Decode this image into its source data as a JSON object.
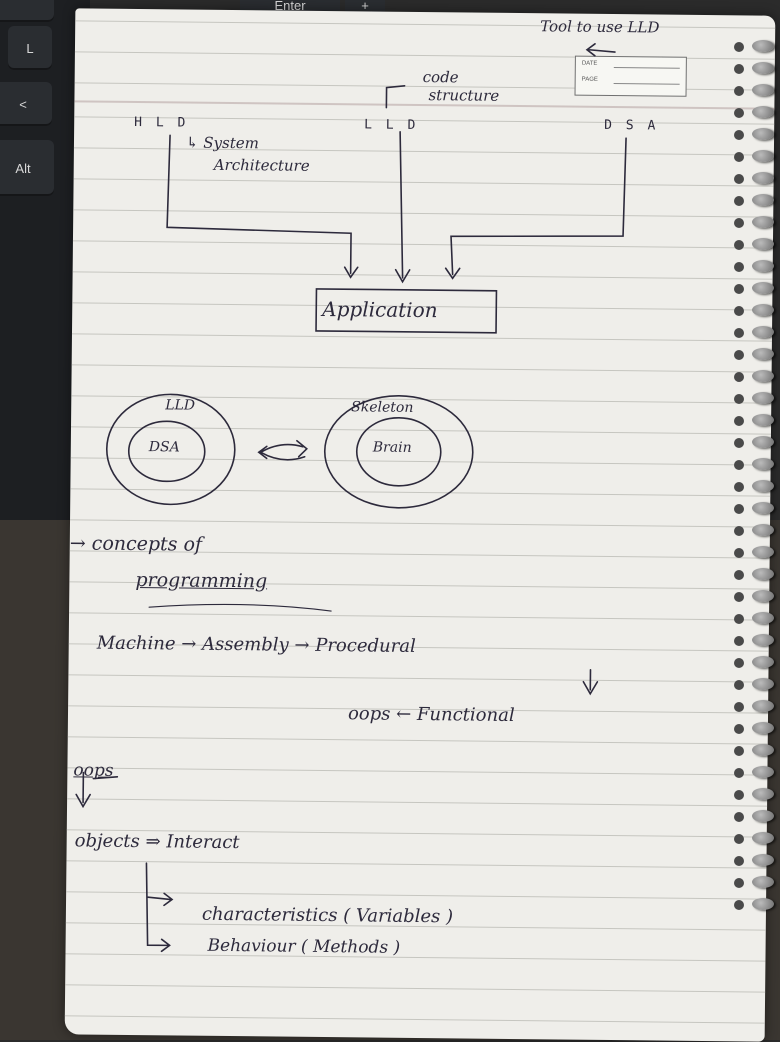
{
  "keyboard": {
    "keys": {
      "enter": "Enter",
      "plus": "+",
      "l": "L",
      "lt": "<",
      "comma": ",",
      "alt": "Alt"
    }
  },
  "notes": {
    "top_right": "Tool to use LLD",
    "date_box": {
      "date": "DATE",
      "page": "PAGE"
    },
    "code_structure_1": "code",
    "code_structure_2": "structure",
    "hld": "H L D",
    "lld": "L L D",
    "dsa": "D S A",
    "system_arch_1": "↳ System",
    "system_arch_2": "Architecture",
    "application": "Application",
    "left_outer": "LLD",
    "left_inner": "DSA",
    "right_outer": "Skeleton",
    "right_inner": "Brain",
    "concepts_1": "→ concepts of",
    "concepts_2": "programming",
    "evolution": "Machine → Assembly → Procedural",
    "functional_row": "oops ← Functional",
    "oops": "oops",
    "objects_line": "objects ⇒ Interact",
    "characteristics": "characteristics ( Variables )",
    "behaviour": "Behaviour ( Methods )"
  }
}
